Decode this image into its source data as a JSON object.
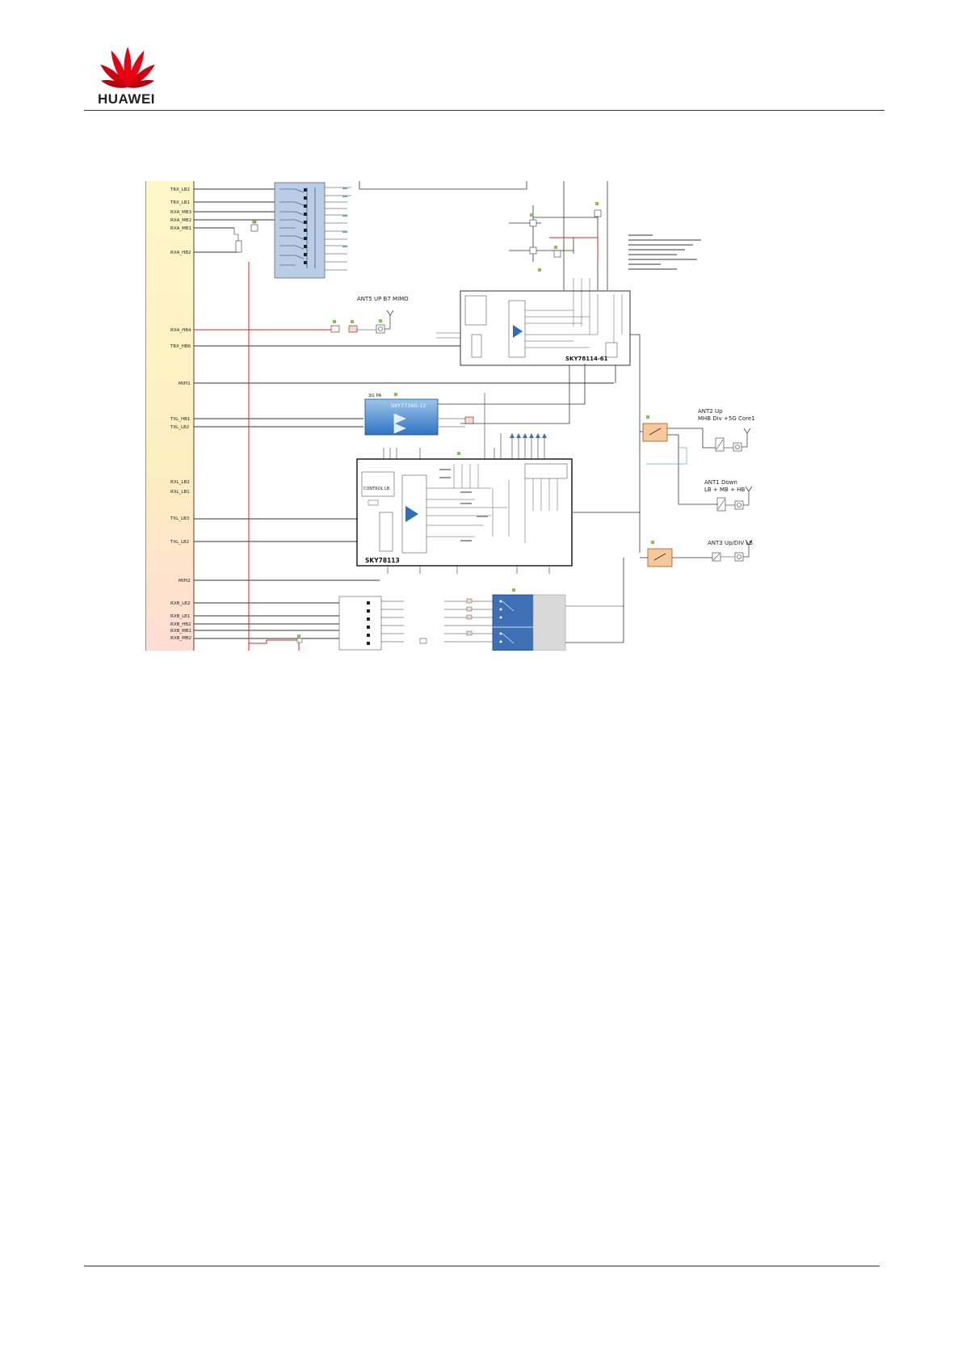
{
  "header": {
    "brand": "HUAWEI",
    "brand_colors": {
      "petal": "#e60012",
      "petal_dark": "#b5000d",
      "text": "#222222"
    }
  },
  "diagram": {
    "colors": {
      "left_bar_top": "#fff8cc",
      "left_bar_bottom": "#ffe0d8",
      "module_blue": "#b9cde6",
      "pa_blue": "#3f86cf",
      "switch_orange": "#f6c89c",
      "red_trace": "#d9262a",
      "wire": "#333333"
    },
    "left_signals": [
      {
        "label": "TRX_LB2"
      },
      {
        "label": "TRX_LB1"
      },
      {
        "label": "RXA_MB3"
      },
      {
        "label": "RXA_MB2"
      },
      {
        "label": "RXA_MB1"
      },
      {
        "label": "RXA_HB2"
      },
      {
        "label": "RXA_HB4"
      },
      {
        "label": "TRX_HB6"
      },
      {
        "label": "MIPI1"
      },
      {
        "label": "TXL_HB1"
      },
      {
        "label": "TXL_LB2"
      },
      {
        "label": "RXL_LB2"
      },
      {
        "label": "RXL_LB1"
      },
      {
        "label": "TXL_LB3"
      },
      {
        "label": "TXL_LB2"
      },
      {
        "label": "MIPI2"
      },
      {
        "label": "RXB_LB2"
      },
      {
        "label": "RXB_LB1"
      },
      {
        "label": "RXB_HB2"
      },
      {
        "label": "RXB_MB1"
      },
      {
        "label": "RXB_MB2"
      }
    ],
    "chips": {
      "sky78114": "SKY78114-61",
      "sky77360": "SKY77360-12",
      "sky78113": "SKY78113",
      "pa_tag": "3G PA",
      "control_lb": "CONTROL LB"
    },
    "antennas": {
      "ant5": "ANT5 UP B7 MIMO",
      "ant2_line1": "ANT2 Up",
      "ant2_line2": "MHB Div +5G Core1",
      "ant1_line1": "ANT1 Down",
      "ant1_line2": "LB + MB + HB",
      "ant3": "ANT3 Up/DIV LB"
    }
  }
}
